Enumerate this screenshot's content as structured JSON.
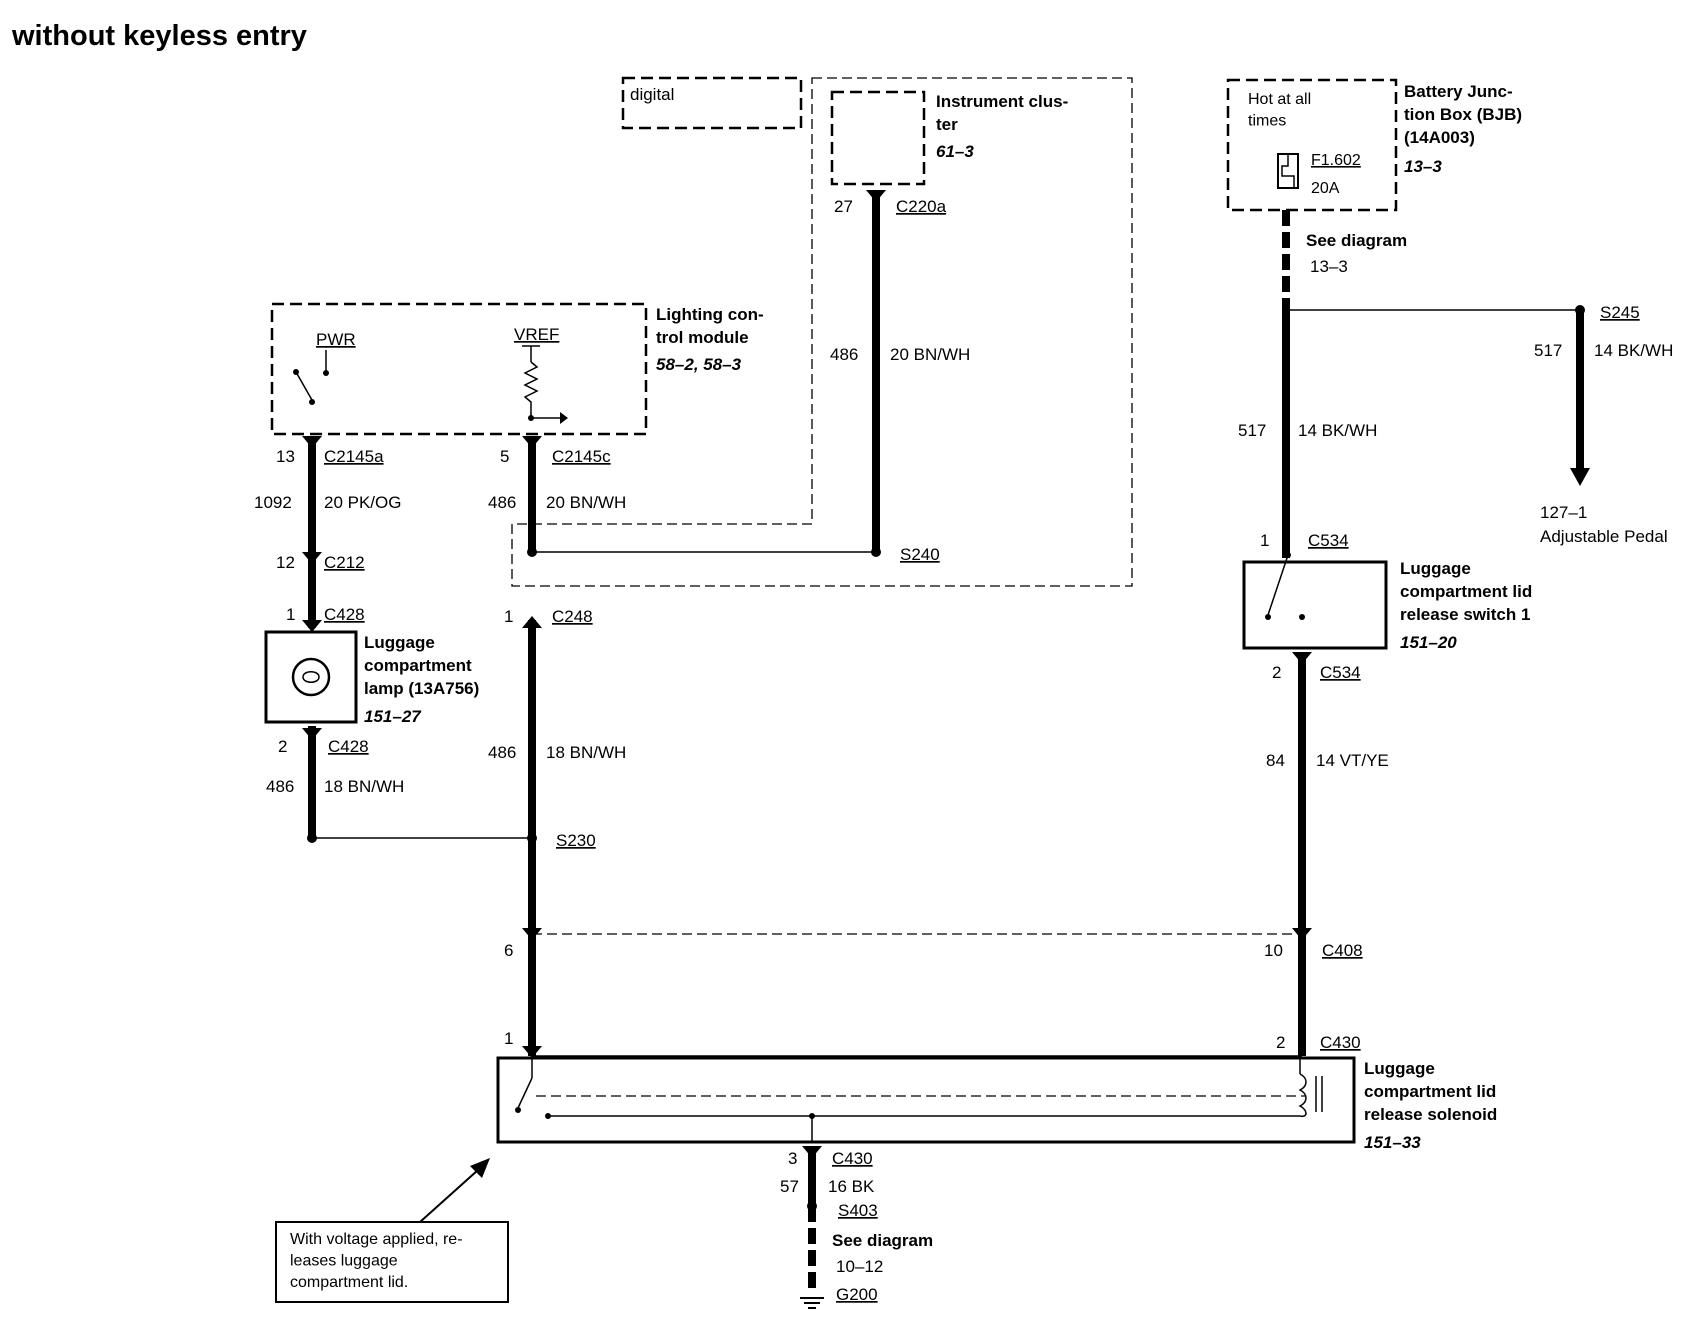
{
  "title": "without keyless entry",
  "digital_label": "digital",
  "instrument_cluster": {
    "name": "Instrument clus-\nter",
    "page_ref": "61–3"
  },
  "battery_junction_box": {
    "name": "Battery Junc-\ntion Box (BJB)\n(14A003)",
    "page_ref": "13–3",
    "hot_label": "Hot at all\ntimes",
    "fuse": "F1.602",
    "fuse_rating": "20A"
  },
  "lighting_control_module": {
    "name": "Lighting con-\ntrol module",
    "page_ref": "58–2, 58–3",
    "pwr": "PWR",
    "vref": "VREF"
  },
  "luggage_lamp": {
    "name": "Luggage\ncompartment\nlamp (13A756)",
    "page_ref": "151–27"
  },
  "release_switch": {
    "name": "Luggage\ncompartment lid\nrelease switch 1",
    "page_ref": "151–20"
  },
  "release_solenoid": {
    "name": "Luggage\ncompartment lid\nrelease solenoid",
    "page_ref": "151–33"
  },
  "note": "With voltage applied, re-\nleases luggage\ncompartment lid.",
  "see_diagram_1": {
    "text": "See diagram",
    "ref": "13–3"
  },
  "see_diagram_2": {
    "text": "See diagram",
    "ref": "10–12"
  },
  "adjustable_pedal": {
    "ref": "127–1",
    "name": "Adjustable Pedal"
  },
  "connectors": {
    "c220a": "C220a",
    "c2145a": "C2145a",
    "c2145c": "C2145c",
    "c212": "C212",
    "c428_top": "C428",
    "c428_bot": "C428",
    "c248": "C248",
    "s240": "S240",
    "s245": "S245",
    "c534_top": "C534",
    "c534_bot": "C534",
    "s230": "S230",
    "c408": "C408",
    "c430_right": "C430",
    "c430_bot": "C430",
    "s403": "S403",
    "g200": "G200"
  },
  "pins": {
    "ic_27": "27",
    "lcm_13": "13",
    "lcm_5": "5",
    "c212_12": "12",
    "lamp_1": "1",
    "c248_1": "1",
    "lamp_2": "2",
    "c534_1": "1",
    "c534_2": "2",
    "c408_6": "6",
    "c408_10": "10",
    "sol_1": "1",
    "sol_2": "2",
    "sol_3": "3"
  },
  "circuits": [
    {
      "id": "ic",
      "circuit": "486",
      "wire": "20 BN/WH"
    },
    {
      "id": "lcm_pwr",
      "circuit": "1092",
      "wire": "20 PK/OG"
    },
    {
      "id": "lcm_vref",
      "circuit": "486",
      "wire": "20 BN/WH"
    },
    {
      "id": "c248_down",
      "circuit": "486",
      "wire": "18 BN/WH"
    },
    {
      "id": "lamp_out",
      "circuit": "486",
      "wire": "18 BN/WH"
    },
    {
      "id": "bjb_down",
      "circuit": "517",
      "wire": "14 BK/WH"
    },
    {
      "id": "s245_down",
      "circuit": "517",
      "wire": "14 BK/WH"
    },
    {
      "id": "switch_out",
      "circuit": "84",
      "wire": "14 VT/YE"
    },
    {
      "id": "ground",
      "circuit": "57",
      "wire": "16 BK"
    }
  ],
  "colors": {
    "ink": "#000000",
    "paper": "#ffffff"
  }
}
